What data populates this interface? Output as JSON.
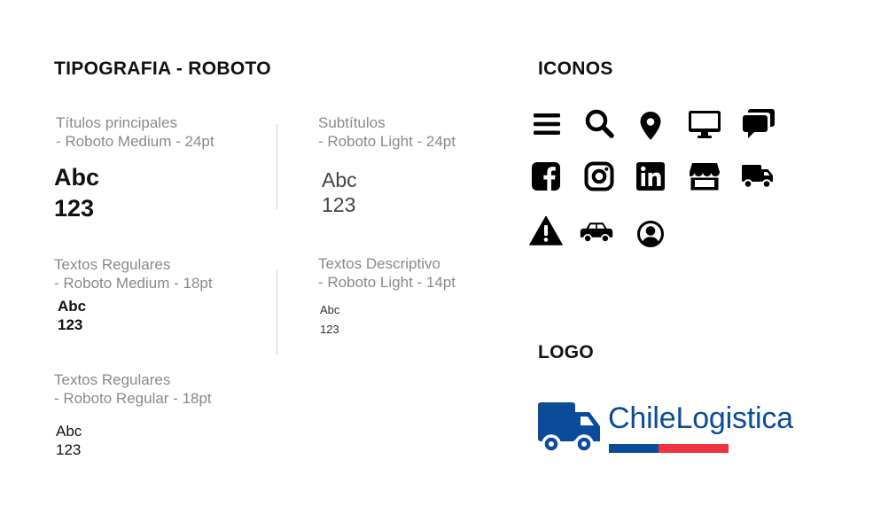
{
  "typography": {
    "title": "TIPOGRAFIA - ROBOTO",
    "items": [
      {
        "spec_line1": "Títulos principales",
        "spec_line2": "- Roboto Medium - 24pt",
        "sample_line1": "Abc",
        "sample_line2": "123"
      },
      {
        "spec_line1": "Subtítulos",
        "spec_line2": "- Roboto Light - 24pt",
        "sample_line1": "Abc",
        "sample_line2": "123"
      },
      {
        "spec_line1": "Textos Regulares",
        "spec_line2": "- Roboto Medium - 18pt",
        "sample_line1": "Abc",
        "sample_line2": "123"
      },
      {
        "spec_line1": "Textos Descriptivo",
        "spec_line2": "- Roboto Light - 14pt",
        "sample_line1": "Abc",
        "sample_line2": "123"
      },
      {
        "spec_line1": "Textos Regulares",
        "spec_line2": "- Roboto Regular - 18pt",
        "sample_line1": "Abc",
        "sample_line2": "123"
      }
    ]
  },
  "icons": {
    "title": "ICONOS",
    "items": [
      "menu-icon",
      "search-icon",
      "location-pin-icon",
      "desktop-icon",
      "chat-icon",
      "facebook-icon",
      "instagram-icon",
      "linkedin-icon",
      "store-icon",
      "truck-icon",
      "warning-icon",
      "car-icon",
      "user-circle-icon"
    ]
  },
  "logo": {
    "title": "LOGO",
    "brand_text": "ChileLogistica",
    "colors": {
      "blue": "#0b4c9a",
      "red": "#ef3340"
    }
  }
}
